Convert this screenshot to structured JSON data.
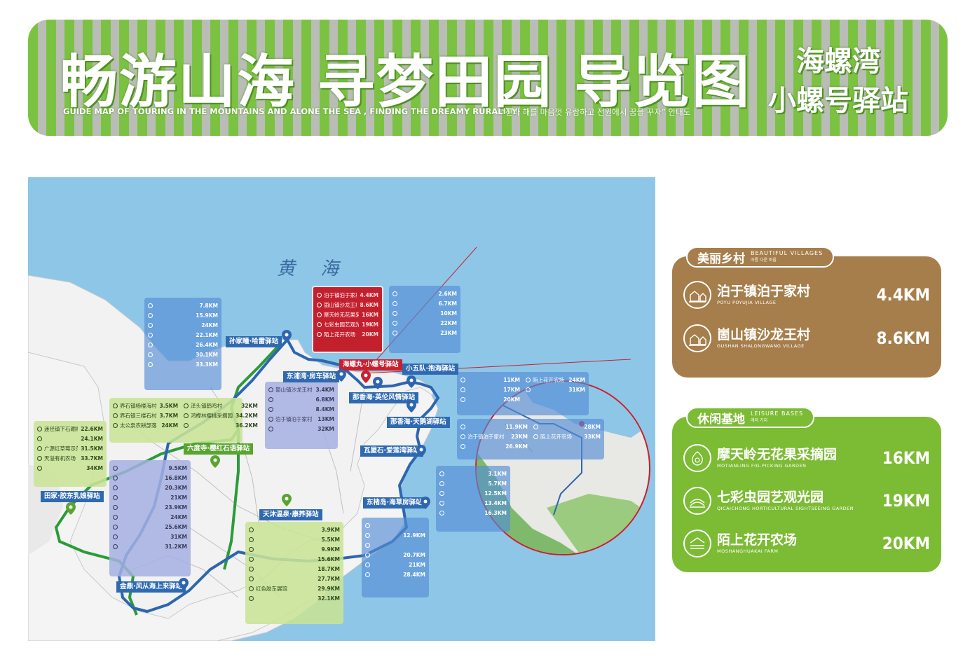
{
  "banner": {
    "title": "畅游山海 寻梦田园 导览图",
    "subtitle_en": "GUIDE MAP OF TOURING IN THE MOUNTAINS AND ALONE THE SEA , FINDING THE DREAMY RURALITY",
    "subtitle_kr": "“산과 해를 마음껏 유람하고 전원에서 꿈을 꾸자” 안내도",
    "station_line1": "海螺湾",
    "station_line2": "小螺号驿站"
  },
  "map": {
    "sea_label": "黄 海",
    "stations": [
      {
        "label": "孙家疃·哈雷驿站",
        "color": "blue"
      },
      {
        "label": "东浦湾·房车驿站",
        "color": "blue"
      },
      {
        "label": "海螺丸·小螺号驿站",
        "color": "red"
      },
      {
        "label": "小五队·抱海驿站",
        "color": "blue"
      },
      {
        "label": "那香海·英伦风情驿站",
        "color": "blue"
      },
      {
        "label": "那香海·天鹅湖驿站",
        "color": "blue"
      },
      {
        "label": "瓦屋石·爱莲湾驿站",
        "color": "blue"
      },
      {
        "label": "东楮岛·海草房驿站",
        "color": "blue"
      },
      {
        "label": "六度寺·樱红石语驿站",
        "color": "green"
      },
      {
        "label": "田家·胶东乳娘驿站",
        "color": "blue"
      },
      {
        "label": "天沐温泉·康养驿站",
        "color": "blue"
      },
      {
        "label": "金鼎·风从海上来驿站",
        "color": "blue"
      }
    ],
    "featured_panel": [
      {
        "name": "泊于镇泊于家村",
        "km": "4.4KM"
      },
      {
        "name": "崮山镇沙龙王村",
        "km": "8.6KM"
      },
      {
        "name": "摩天岭无花果采摘园",
        "km": "16KM"
      },
      {
        "name": "七彩虫园艺观光园",
        "km": "19KM"
      },
      {
        "name": "陌上花开农场",
        "km": "20KM"
      }
    ],
    "panel_a": [
      {
        "name": "",
        "km": "7.8KM"
      },
      {
        "name": "",
        "km": "15.9KM"
      },
      {
        "name": "",
        "km": "24KM"
      },
      {
        "name": "",
        "km": "22.1KM"
      },
      {
        "name": "",
        "km": "26.4KM"
      },
      {
        "name": "",
        "km": "30.1KM"
      },
      {
        "name": "",
        "km": "33.3KM"
      }
    ],
    "panel_b": [
      {
        "name": "崮山镇沙龙王村",
        "km": "3.4KM"
      },
      {
        "name": "",
        "km": "6.8KM"
      },
      {
        "name": "",
        "km": "8.4KM"
      },
      {
        "name": "泊于镇泊于家村",
        "km": "13KM"
      },
      {
        "name": "",
        "km": "32KM"
      }
    ],
    "panel_c": [
      {
        "name": "",
        "km": "2.6KM"
      },
      {
        "name": "",
        "km": "6.7KM"
      },
      {
        "name": "",
        "km": "10KM"
      },
      {
        "name": "",
        "km": "22KM"
      },
      {
        "name": "",
        "km": "23KM"
      }
    ],
    "panel_d_left": [
      {
        "name": "",
        "km": "11KM"
      },
      {
        "name": "",
        "km": "17KM"
      },
      {
        "name": "",
        "km": "20KM"
      }
    ],
    "panel_d_right": [
      {
        "name": "陌上花开农场",
        "km": "24KM"
      },
      {
        "name": "",
        "km": "31KM"
      }
    ],
    "panel_e_left": [
      {
        "name": "",
        "km": "11.9KM"
      },
      {
        "name": "泊于镇泊于家村",
        "km": "23KM"
      },
      {
        "name": "",
        "km": "26.9KM"
      }
    ],
    "panel_e_right": [
      {
        "name": "",
        "km": "28KM"
      },
      {
        "name": "陌上花开农场",
        "km": "33KM"
      }
    ],
    "panel_f": [
      {
        "name": "界石镇杨楼海村",
        "km": "3.5KM"
      },
      {
        "name": "界石镇三楼石村",
        "km": "3.7KM"
      },
      {
        "name": "太公泉农耕部落",
        "km": "24KM"
      }
    ],
    "panel_f2": [
      {
        "name": "泽头镇鹤鸣村",
        "km": "32KM"
      },
      {
        "name": "鸿樟林樱桃采摘园",
        "km": "34.2KM"
      },
      {
        "name": "",
        "km": "36.2KM"
      }
    ],
    "panel_g": [
      {
        "name": "迷径镇下石硼村",
        "km": "22.6KM"
      },
      {
        "name": "",
        "km": "24.1KM"
      },
      {
        "name": "广源红草莓示范园",
        "km": "31.5KM"
      },
      {
        "name": "天溢有机农场",
        "km": "33.7KM"
      },
      {
        "name": "",
        "km": "34KM"
      }
    ],
    "panel_h": [
      {
        "name": "",
        "km": "9.5KM"
      },
      {
        "name": "",
        "km": "16.8KM"
      },
      {
        "name": "",
        "km": "20.3KM"
      },
      {
        "name": "",
        "km": "21KM"
      },
      {
        "name": "",
        "km": "23.9KM"
      },
      {
        "name": "",
        "km": "24KM"
      },
      {
        "name": "",
        "km": "25.6KM"
      },
      {
        "name": "",
        "km": "31KM"
      },
      {
        "name": "",
        "km": "31.2KM"
      }
    ],
    "panel_i": [
      {
        "name": "",
        "km": "3.9KM"
      },
      {
        "name": "",
        "km": "5.5KM"
      },
      {
        "name": "",
        "km": "9.9KM"
      },
      {
        "name": "",
        "km": "15.6KM"
      },
      {
        "name": "",
        "km": "18.7KM"
      },
      {
        "name": "",
        "km": "27.7KM"
      },
      {
        "name": "红色胶东展馆",
        "km": "29.9KM"
      },
      {
        "name": "",
        "km": "32.1KM"
      }
    ],
    "panel_j": [
      {
        "name": "",
        "km": ""
      },
      {
        "name": "",
        "km": "12.9KM"
      },
      {
        "name": "",
        "km": ""
      },
      {
        "name": "",
        "km": "20.7KM"
      },
      {
        "name": "",
        "km": "21KM"
      },
      {
        "name": "",
        "km": "28.4KM"
      }
    ],
    "panel_k": [
      {
        "name": "",
        "km": "3.1KM"
      },
      {
        "name": "",
        "km": "5.7KM"
      },
      {
        "name": "",
        "km": "12.5KM"
      },
      {
        "name": "",
        "km": "13.4KM"
      },
      {
        "name": "",
        "km": "16.3KM"
      }
    ]
  },
  "villages": {
    "title": "美丽乡村",
    "title_en": "BEAUTIFUL VILLAGES",
    "title_kr": "아름 다운 마을",
    "items": [
      {
        "name": "泊于镇泊于家村",
        "en": "POYU POYUJIA VILLAGE",
        "km": "4.4KM",
        "icon": "village-icon"
      },
      {
        "name": "崮山镇沙龙王村",
        "en": "GUSHAN SHALONGWANG VILLAGE",
        "km": "8.6KM",
        "icon": "village-icon"
      }
    ]
  },
  "leisure": {
    "title": "休闲基地",
    "title_en": "LEISURE BASES",
    "title_kr": "레저 기지",
    "items": [
      {
        "name": "摩天岭无花果采摘园",
        "en": "MOTIANLING FIG-PICKING GARDEN",
        "km": "16KM",
        "icon": "fig-icon"
      },
      {
        "name": "七彩虫园艺观光园",
        "en": "QICAICHONG HORTICULTURAL SIGHTSEEING GARDEN",
        "km": "19KM",
        "icon": "garden-icon"
      },
      {
        "name": "陌上花开农场",
        "en": "MOSHANGHUAKAI FARM",
        "km": "20KM",
        "icon": "farm-icon"
      }
    ]
  },
  "colors": {
    "banner_green": "#7cc242",
    "banner_grey": "#b9bdb6",
    "sea": "#8ec6e7",
    "land": "#f2f2f2",
    "route_blue": "#2d66b0",
    "route_green": "#2c9b3a",
    "village_brown": "#a67e4b",
    "leisure_green": "#7cbb34",
    "highlight_red": "#c8202f"
  }
}
